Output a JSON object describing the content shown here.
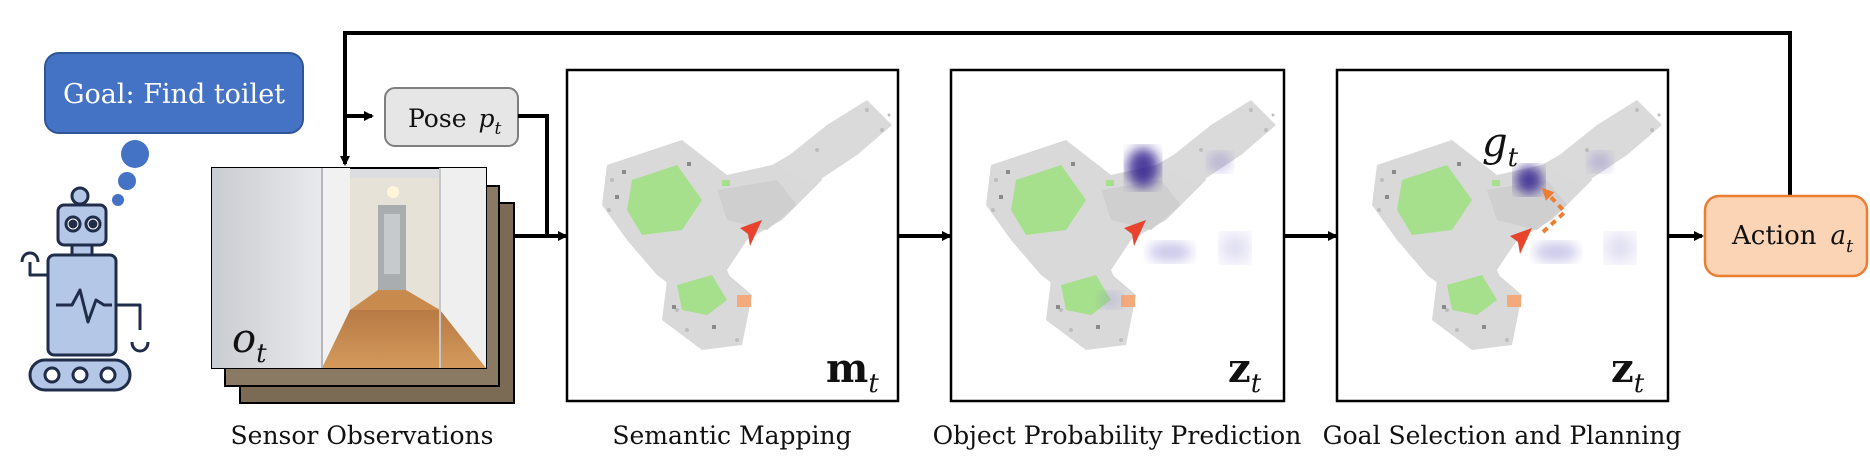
{
  "goal_bubble": {
    "text": "Goal: Find toilet"
  },
  "pose": {
    "label": "Pose",
    "symbol": "p",
    "subscript": "t"
  },
  "observation": {
    "symbol": "o",
    "subscript": "t"
  },
  "panels": [
    {
      "caption": "Semantic Mapping",
      "symbol": "m",
      "subscript": "t"
    },
    {
      "caption": "Object Probability Prediction",
      "symbol": "z",
      "subscript": "t"
    },
    {
      "caption": "Goal Selection and Planning",
      "symbol": "z",
      "subscript": "t",
      "goal_symbol": "g",
      "goal_subscript": "t"
    }
  ],
  "sensor_caption": "Sensor Observations",
  "action": {
    "label": "Action",
    "symbol": "a",
    "subscript": "t"
  },
  "colors": {
    "goal_bubble": "#4472c4",
    "pose_box": "#e6e6e6",
    "action_box": "#fbd3b5",
    "action_border": "#ed7d31",
    "robot_fill": "#b4c7e7",
    "map_floor": "#d9d9d9",
    "map_green": "#a6e08c",
    "agent_red": "#e8432c",
    "probability_purple": "#2e1a8c",
    "goal_arrow": "#ed7d31"
  }
}
